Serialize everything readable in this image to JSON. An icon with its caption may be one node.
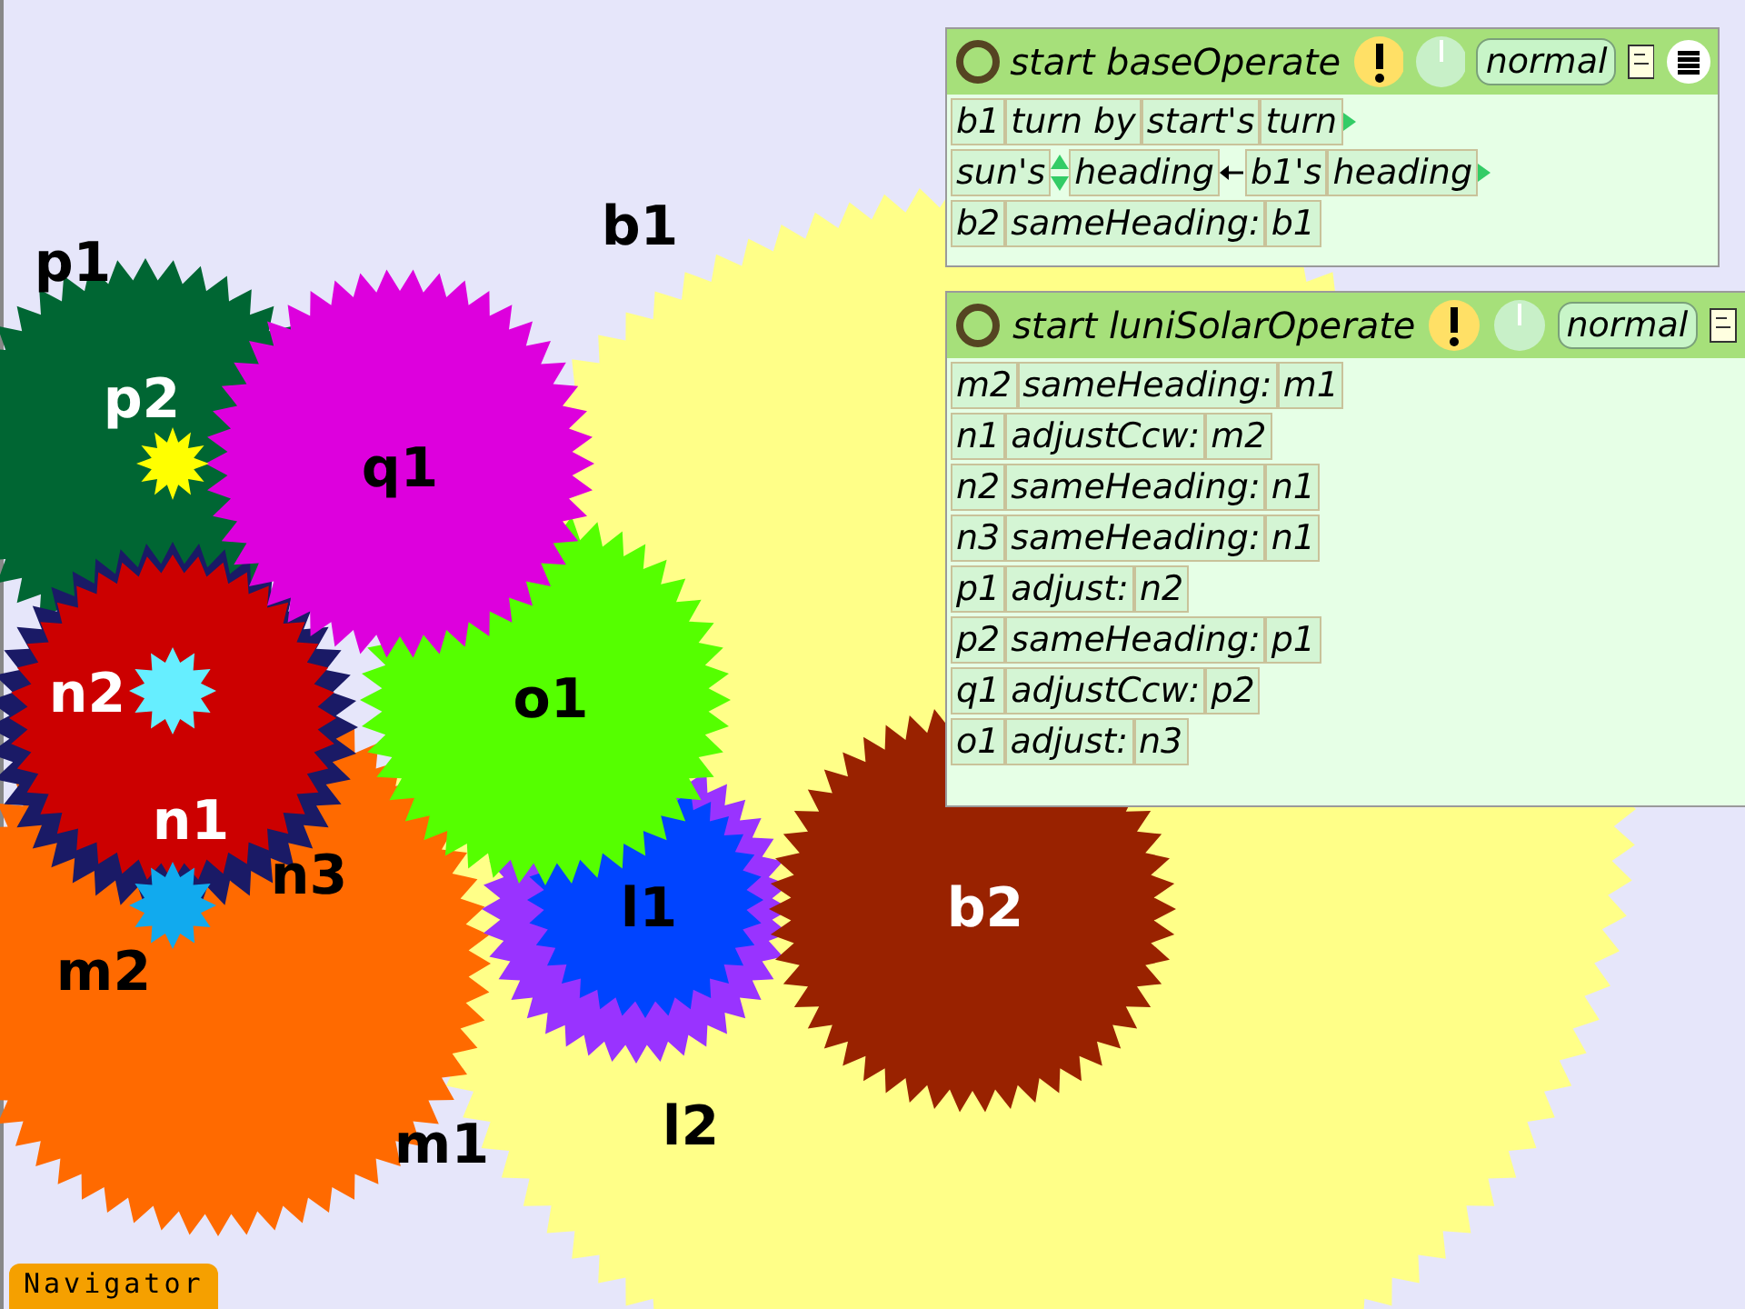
{
  "diagram": {
    "labels": [
      "p1",
      "b1",
      "p2",
      "q1",
      "n2",
      "o1",
      "n1",
      "n3",
      "l1",
      "b2",
      "m2",
      "m1",
      "l2",
      "start",
      "baseOperate",
      "normal",
      "b1",
      "turn by",
      "start's",
      "turn",
      "sun's",
      "heading",
      "b1's",
      "heading",
      "b2",
      "sameHeading:",
      "b1",
      "start",
      "luniSolarOperate",
      "normal",
      "m2",
      "sameHeading:",
      "m1",
      "n1",
      "adjustCcw:",
      "m2",
      "n2",
      "sameHeading:",
      "n1",
      "n3",
      "sameHeading:",
      "n1",
      "p1",
      "adjust:",
      "n2",
      "p2",
      "sameHeading:",
      "p1",
      "q1",
      "adjustCcw:",
      "p2",
      "o1",
      "adjust:",
      "n3",
      "Navigator"
    ]
  }
}
